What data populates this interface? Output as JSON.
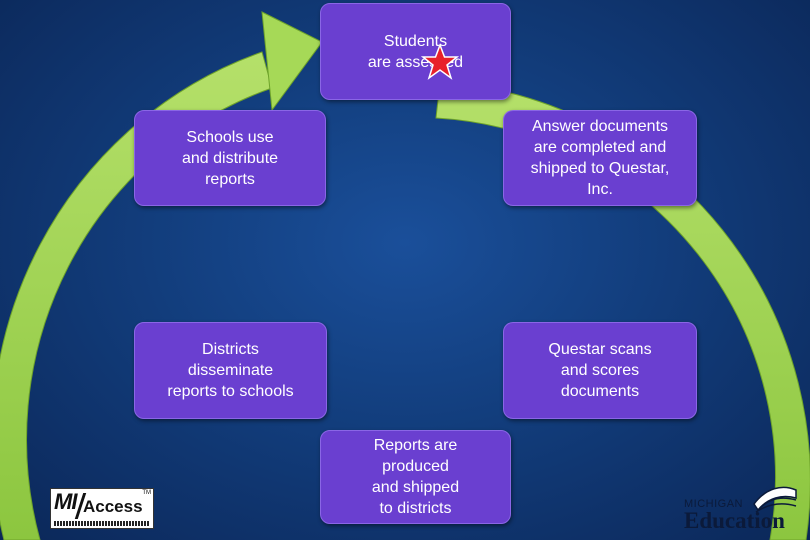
{
  "cycle": {
    "steps": [
      "Students\nare assessed",
      "Answer documents\nare completed and\nshipped to Questar,\nInc.",
      "Questar scans\nand scores\ndocuments",
      "Reports are\nproduced\nand shipped\nto districts",
      "Districts\ndisseminate\nreports to schools",
      "Schools use\nand distribute\nreports"
    ],
    "arrow_color": "#99d14a",
    "box_color": "#6a3fd0",
    "star_color": "#e8202a"
  },
  "logos": {
    "miaccess": {
      "mi": "MI",
      "access": "Access",
      "tm": "TM"
    },
    "education": {
      "michigan": "MICHIGAN",
      "education": "Education",
      "icon": "book-icon"
    }
  }
}
